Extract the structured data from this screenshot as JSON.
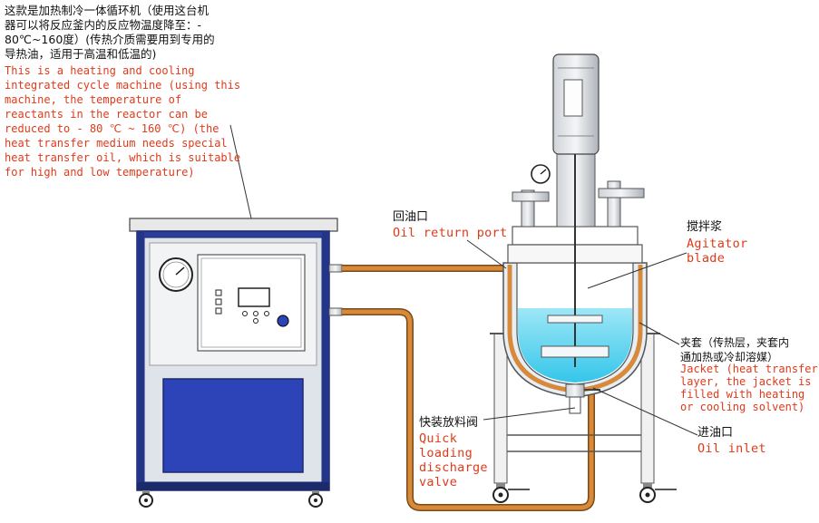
{
  "intro": {
    "zh": "这款是加热制冷一体循环机（使用这台机\n器可以将反应釜内的反应物温度降至：-\n80℃~160度）(传热介质需要用到专用的\n导热油，适用于高温和低温的)",
    "en": "This is a heating and cooling\nintegrated cycle machine (using this\nmachine, the temperature of\nreactants in the reactor can be\nreduced to - 80 ℃ ~ 160 ℃) (the\nheat transfer medium needs special\nheat transfer oil, which is suitable\nfor high and low temperature)"
  },
  "labels": {
    "oil_return": {
      "zh": "回油口",
      "en": "Oil return port"
    },
    "agitator": {
      "zh": "搅拌浆",
      "en": "Agitator\nblade"
    },
    "jacket": {
      "zh": "夹套（传热层，夹套内\n通加热或冷却溶媒）",
      "en": "Jacket (heat transfer\nlayer, the jacket is\nfilled with heating\nor cooling solvent)"
    },
    "oil_inlet": {
      "zh": "进油口",
      "en": "Oil inlet"
    },
    "discharge_valve": {
      "zh": "快装放料阀",
      "en": "Quick\nloading\ndischarge\nvalve"
    }
  },
  "colors": {
    "frame_blue": "#2a3f9a",
    "panel_blue": "#2d44b8",
    "oil_pipe": "#d88a3a",
    "liquid": "#6fd6f0",
    "annotation_red": "#e03a1a"
  }
}
